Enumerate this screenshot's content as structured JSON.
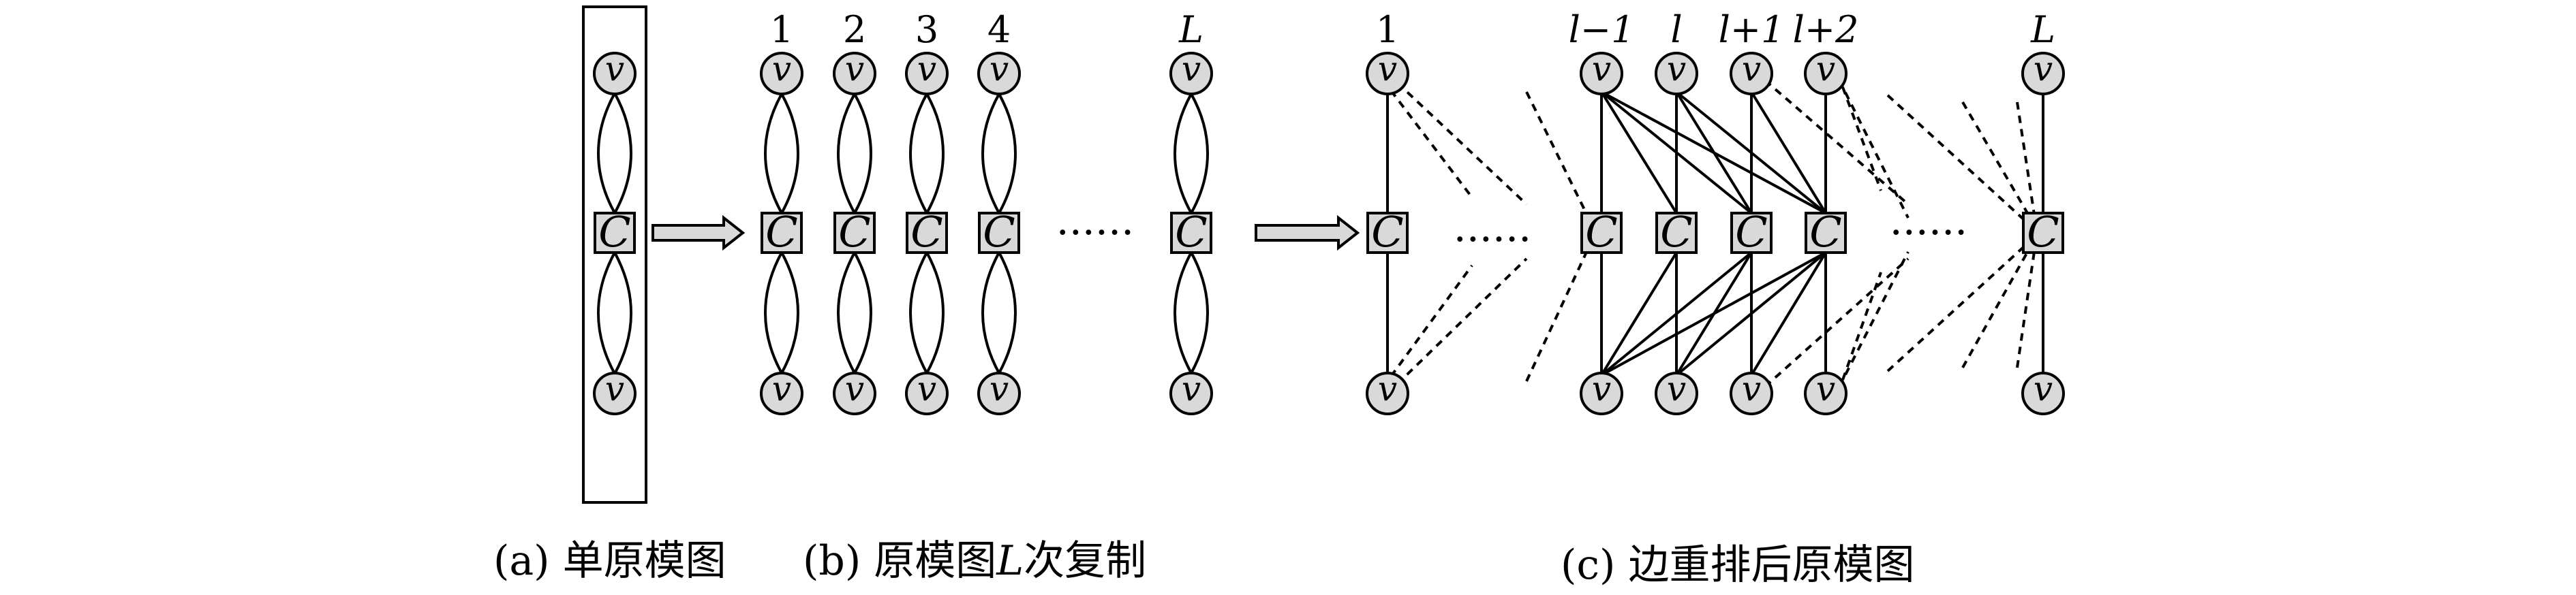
{
  "node_labels": {
    "variable": "v",
    "check": "C"
  },
  "panel_b": {
    "top_labels": [
      "1",
      "2",
      "3",
      "4",
      "L"
    ]
  },
  "panel_c": {
    "top_labels": [
      "1",
      "l−1",
      "l",
      "l+1",
      "l+2",
      "L"
    ]
  },
  "ellipsis": "······",
  "captions": {
    "a_prefix": "(a) ",
    "a_text": "单原模图",
    "b_prefix": "(b) ",
    "b_text1": "原模图",
    "b_L": "L",
    "b_text2": "次复制",
    "c_prefix": "(c) ",
    "c_text": "边重排后原模图"
  }
}
